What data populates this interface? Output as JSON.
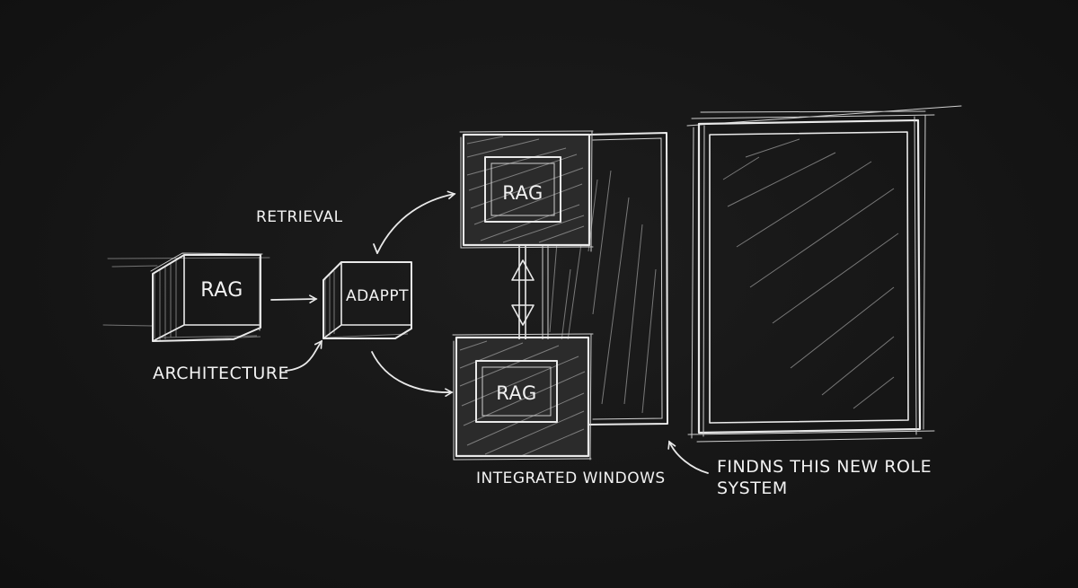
{
  "diagram": {
    "nodes": {
      "rag_left": "RAG",
      "adappt": "ADAPPT",
      "rag_top": "RAG",
      "rag_bottom": "RAG"
    },
    "labels": {
      "retrieval": "RETRIEVAL",
      "architecture": "ARCHITECTURE",
      "integrated_windows": "INTEGRATED WINDOWS",
      "note_line1": "FINDNS THIS NEW ROLE",
      "note_line2": "SYSTEM"
    }
  }
}
